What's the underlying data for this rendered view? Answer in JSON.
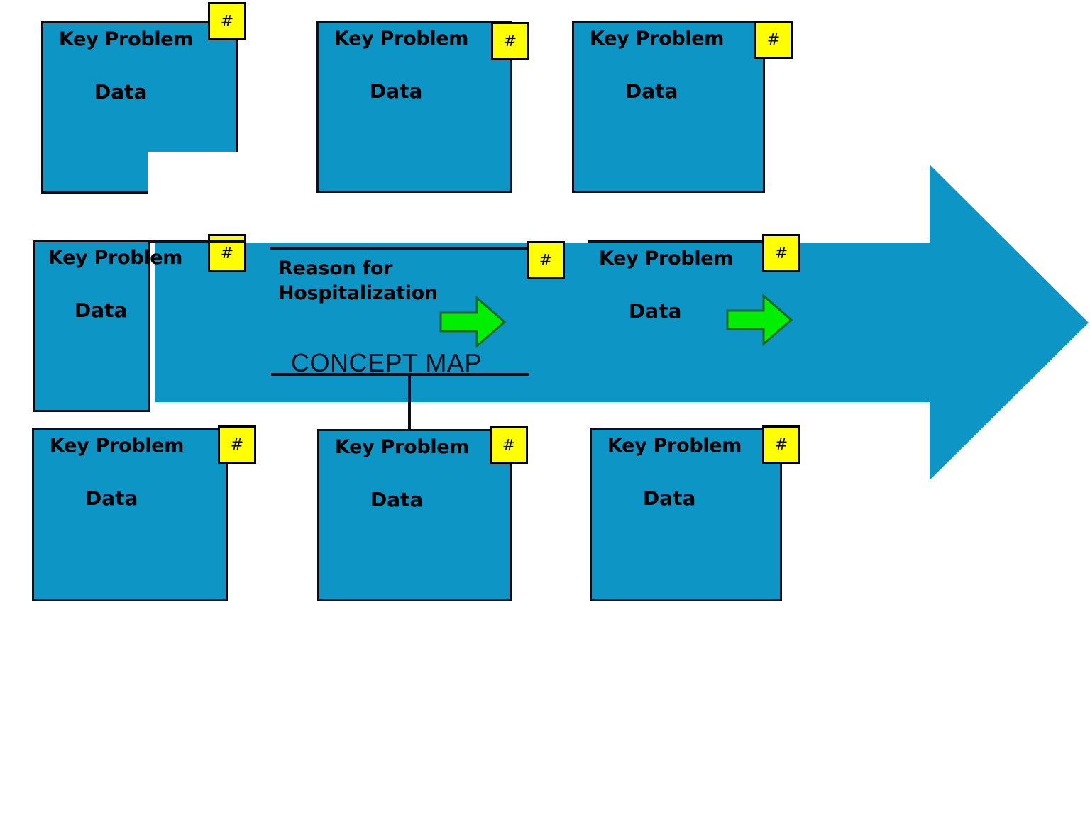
{
  "diagram": {
    "title": "CONCEPT MAP",
    "colors": {
      "card_fill": "#0D95C6",
      "card_border": "#0D0D1A",
      "tag_fill": "#FFFF00",
      "tag_border": "#000000",
      "green_arrow_fill": "#00EE00",
      "green_arrow_border": "#1E6B1E",
      "background": "#FFFFFF"
    },
    "labels": {
      "key_problem": "Key Problem",
      "data": "Data",
      "reason_for_hospitalization_line1": "Reason for",
      "reason_for_hospitalization_line2": "Hospitalization",
      "tag_symbol": "#"
    },
    "cards": [
      {
        "id": "top-left",
        "title": "Key Problem",
        "body": "Data",
        "tag": "#"
      },
      {
        "id": "top-center",
        "title": "Key Problem",
        "body": "Data",
        "tag": "#"
      },
      {
        "id": "top-right",
        "title": "Key Problem",
        "body": "Data",
        "tag": "#"
      },
      {
        "id": "middle-left",
        "title": "Key Problem",
        "body": "Data",
        "tag": "#"
      },
      {
        "id": "middle-center",
        "title": "Reason for Hospitalization",
        "body": "",
        "tag": "#"
      },
      {
        "id": "middle-right",
        "title": "Key Problem",
        "body": "Data",
        "tag": "#"
      },
      {
        "id": "bottom-left",
        "title": "Key Problem",
        "body": "Data",
        "tag": "#"
      },
      {
        "id": "bottom-center",
        "title": "Key Problem",
        "body": "Data",
        "tag": "#"
      },
      {
        "id": "bottom-right",
        "title": "Key Problem",
        "body": "Data",
        "tag": "#"
      }
    ],
    "icons": {
      "process_arrow": "right-arrow-large",
      "flow_arrow_1": "right-arrow-small",
      "flow_arrow_2": "right-arrow-small"
    }
  }
}
